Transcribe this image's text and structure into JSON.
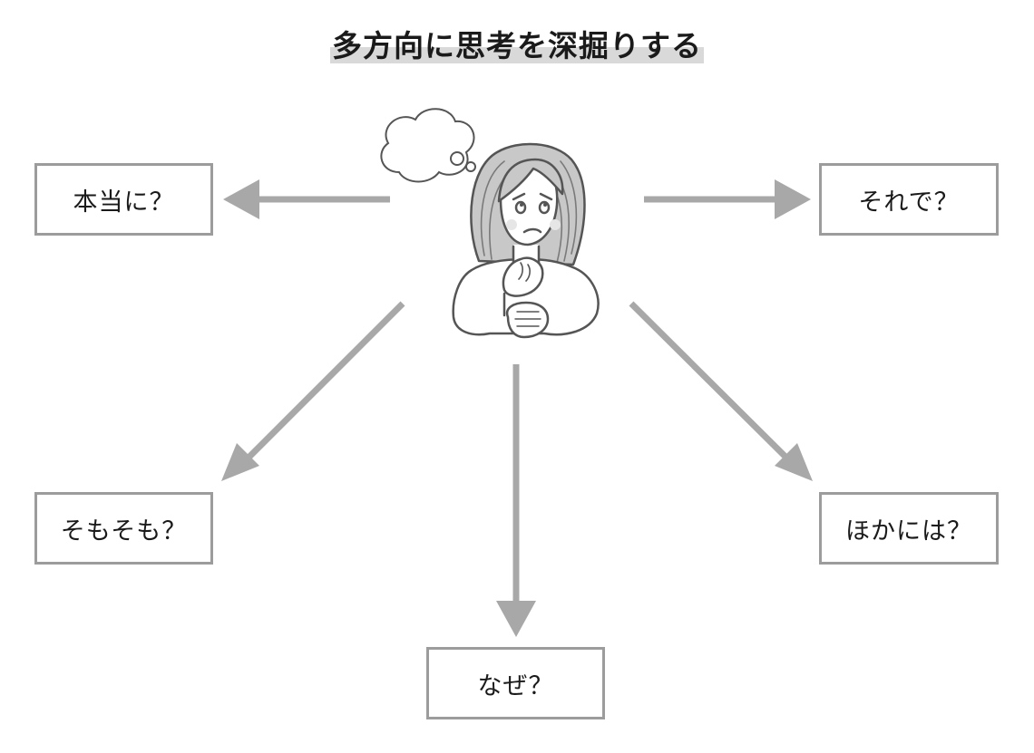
{
  "title": "多方向に思考を深掘りする",
  "questions": {
    "left_top": "本当に？",
    "right_top": "それで？",
    "left_bottom": "そもそも？",
    "right_bottom": "ほかには？",
    "bottom": "なぜ？"
  },
  "colors": {
    "arrow": "#a8a8a8",
    "box_border": "#9c9c9c",
    "title_highlight": "#d9d9d9",
    "illustration_line": "#555555",
    "hair": "#c8c8c8"
  },
  "icons": {
    "figure": "thinking-woman-icon",
    "thought": "thought-bubble-icon"
  }
}
